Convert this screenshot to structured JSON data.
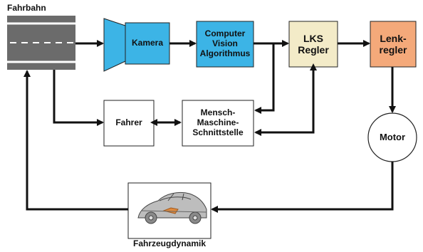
{
  "nodes": {
    "fahrbahn": "Fahrbahn",
    "kamera": "Kamera",
    "cv": "Computer Vision Algorithmus",
    "cv_lines": [
      "Computer",
      "Vision",
      "Algorithmus"
    ],
    "lks": "LKS Regler",
    "lks_lines": [
      "LKS",
      "Regler"
    ],
    "lenk": "Lenk-regler",
    "lenk_lines": [
      "Lenk-",
      "regler"
    ],
    "fahrer": "Fahrer",
    "mms": "Mensch-Maschine-Schnittstelle",
    "mms_lines": [
      "Mensch-",
      "Maschine-",
      "Schnittstelle"
    ],
    "motor": "Motor",
    "dyn": "Fahrzeugdynamik"
  },
  "colors": {
    "kamera": "#3cb4e6",
    "cv": "#3cb4e6",
    "lks": "#f3ebc8",
    "lenk": "#f4a97a",
    "road": "#6b6b6b",
    "line": "#111111"
  },
  "icons": {
    "road": "road-icon",
    "camera": "camera-lens-icon",
    "car": "car-wireframe-icon"
  }
}
